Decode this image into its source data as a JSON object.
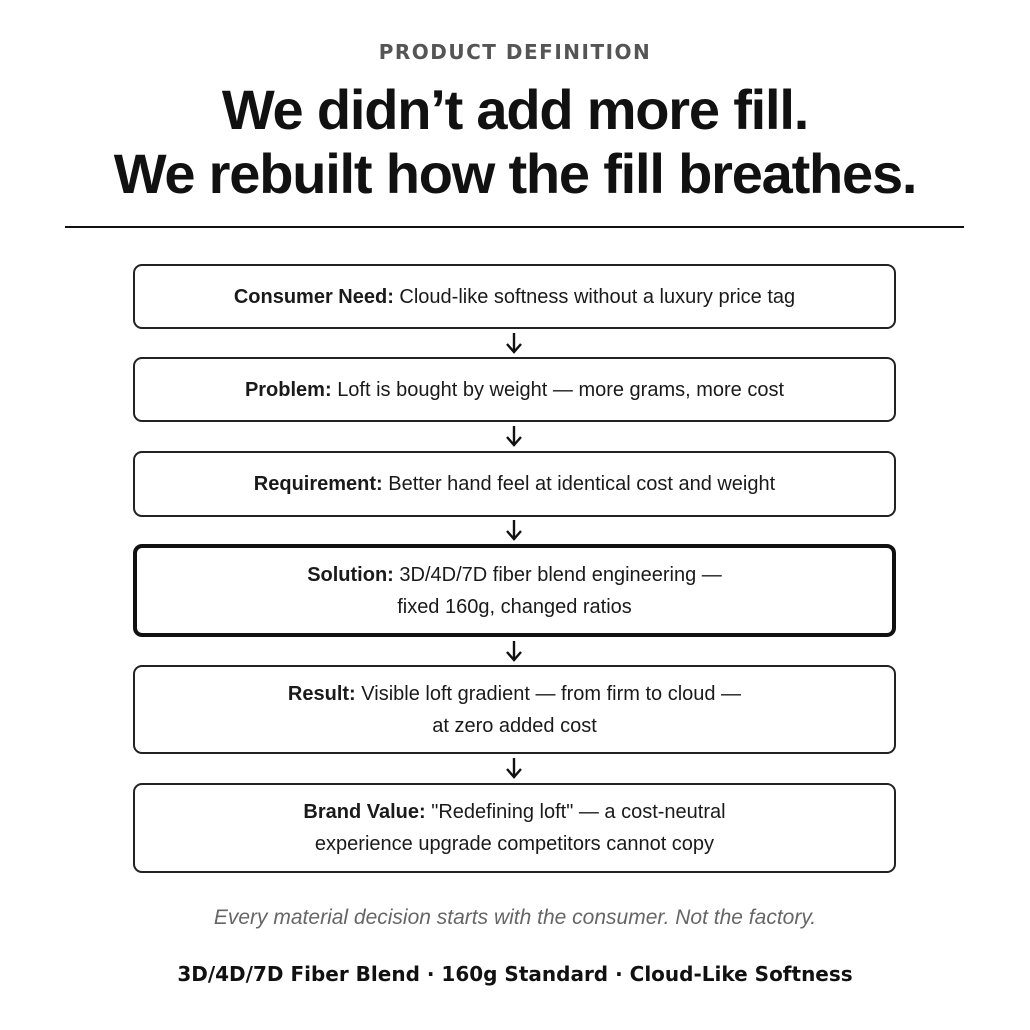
{
  "header": {
    "eyebrow": "PRODUCT DEFINITION",
    "headline_line1": "We didn’t add more fill.",
    "headline_line2": "We rebuilt how the fill breathes."
  },
  "steps": [
    {
      "label": "Consumer Need:",
      "line1": "Cloud-like softness without a luxury price tag",
      "line2": ""
    },
    {
      "label": "Problem:",
      "line1": "Loft is bought by weight — more grams, more cost",
      "line2": ""
    },
    {
      "label": "Requirement:",
      "line1": "Better hand feel at identical cost and weight",
      "line2": ""
    },
    {
      "label": "Solution:",
      "line1": "3D/4D/7D fiber blend engineering —",
      "line2": "fixed 160g, changed ratios"
    },
    {
      "label": "Result:",
      "line1": "Visible loft gradient — from firm to cloud —",
      "line2": "at zero added cost"
    },
    {
      "label": "Brand Value:",
      "line1": "\"Redefining loft\" — a cost-neutral",
      "line2": "experience upgrade competitors cannot copy"
    }
  ],
  "tagline": "Every material decision starts with the consumer. Not the factory.",
  "footer": "3D/4D/7D Fiber Blend · 160g Standard · Cloud-Like Softness"
}
